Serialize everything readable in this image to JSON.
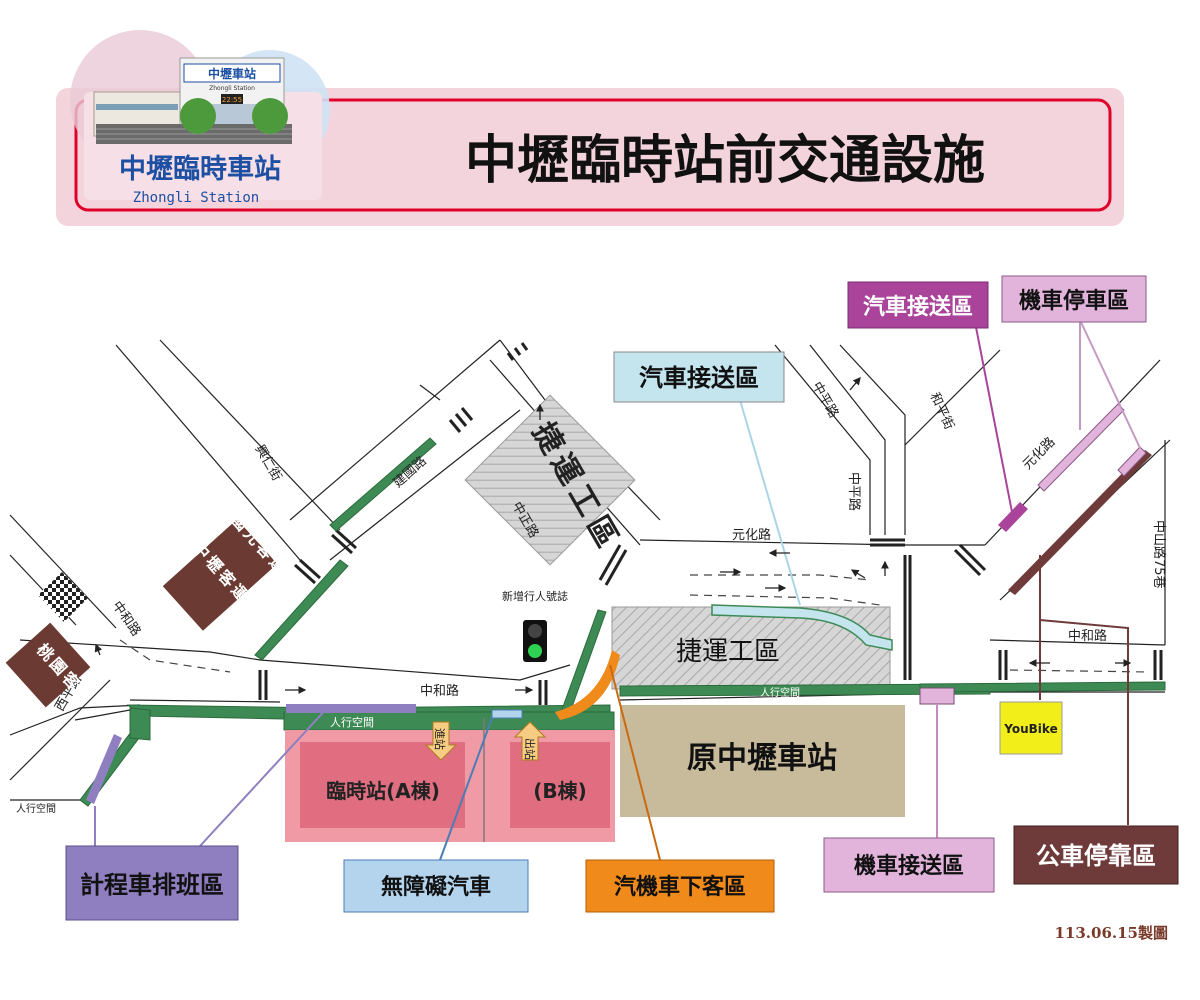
{
  "header": {
    "logo_title": "中壢臨時車站",
    "logo_subtitle": "Zhongli Station",
    "logo_sign": "中壢車站",
    "logo_sign_small": "Zhongli Station",
    "logo_clock": "22:55",
    "title": "中壢臨時站前交通設施"
  },
  "roads": {
    "xingren": "興仁街",
    "jianguo": "建國路",
    "zhongzheng": "中正路",
    "zhonghe_left": "中和路",
    "zhonghe_center": "中和路",
    "zhonghe_right": "中和路",
    "yuanhua": "元化路",
    "yuanhua_right": "元化路",
    "zhongping_top": "中平路",
    "zhongping": "中平路",
    "heping": "和平街",
    "zhongshan": "中山路75巷",
    "xiping": "西平路"
  },
  "labels": {
    "mrt_work_top": "捷運工區",
    "mrt_work_center": "捷運工區",
    "old_station": "原中壢車站",
    "temp_a": "臨時站(A棟)",
    "temp_b": "(B棟)",
    "taoyuan_bus": "桃園客運",
    "zhongli_bus": "中壢客運",
    "kuokuang_bus": "國光客運",
    "new_signal": "新增行人號誌",
    "ped_space": "人行空間",
    "enter": "進站",
    "exit": "出站",
    "youbike": "YouBike"
  },
  "legend": {
    "car_dropoff_top": "汽車接送區",
    "car_dropoff_right": "汽車接送區",
    "scooter_parking": "機車停車區",
    "taxi": "計程車排班區",
    "accessible": "無障礙汽車",
    "dropoff": "汽機車下客區",
    "scooter_pickup": "機車接送區",
    "bus_stop": "公車停靠區"
  },
  "footer": {
    "date": "113.06.15製圖"
  },
  "colors": {
    "header_bg": "#f3d4dc",
    "header_border": "#e0002a",
    "logo_text": "#1d4fa3",
    "ped_green": "#3e8a55",
    "taxi": "#8f7fc1",
    "accessible": "#b4d4ee",
    "dropoff": "#f08a1a",
    "scooter_pickup": "#e2b4dc",
    "bus_stop": "#6e3a3a",
    "car_dropoff_magenta": "#a9449a",
    "car_dropoff_blue": "#c4e4ee",
    "old_station": "#c8bb9b",
    "temp_station": "#e8798a",
    "bus_company": "#6b3b33",
    "youbike": "#f2ee1a"
  }
}
